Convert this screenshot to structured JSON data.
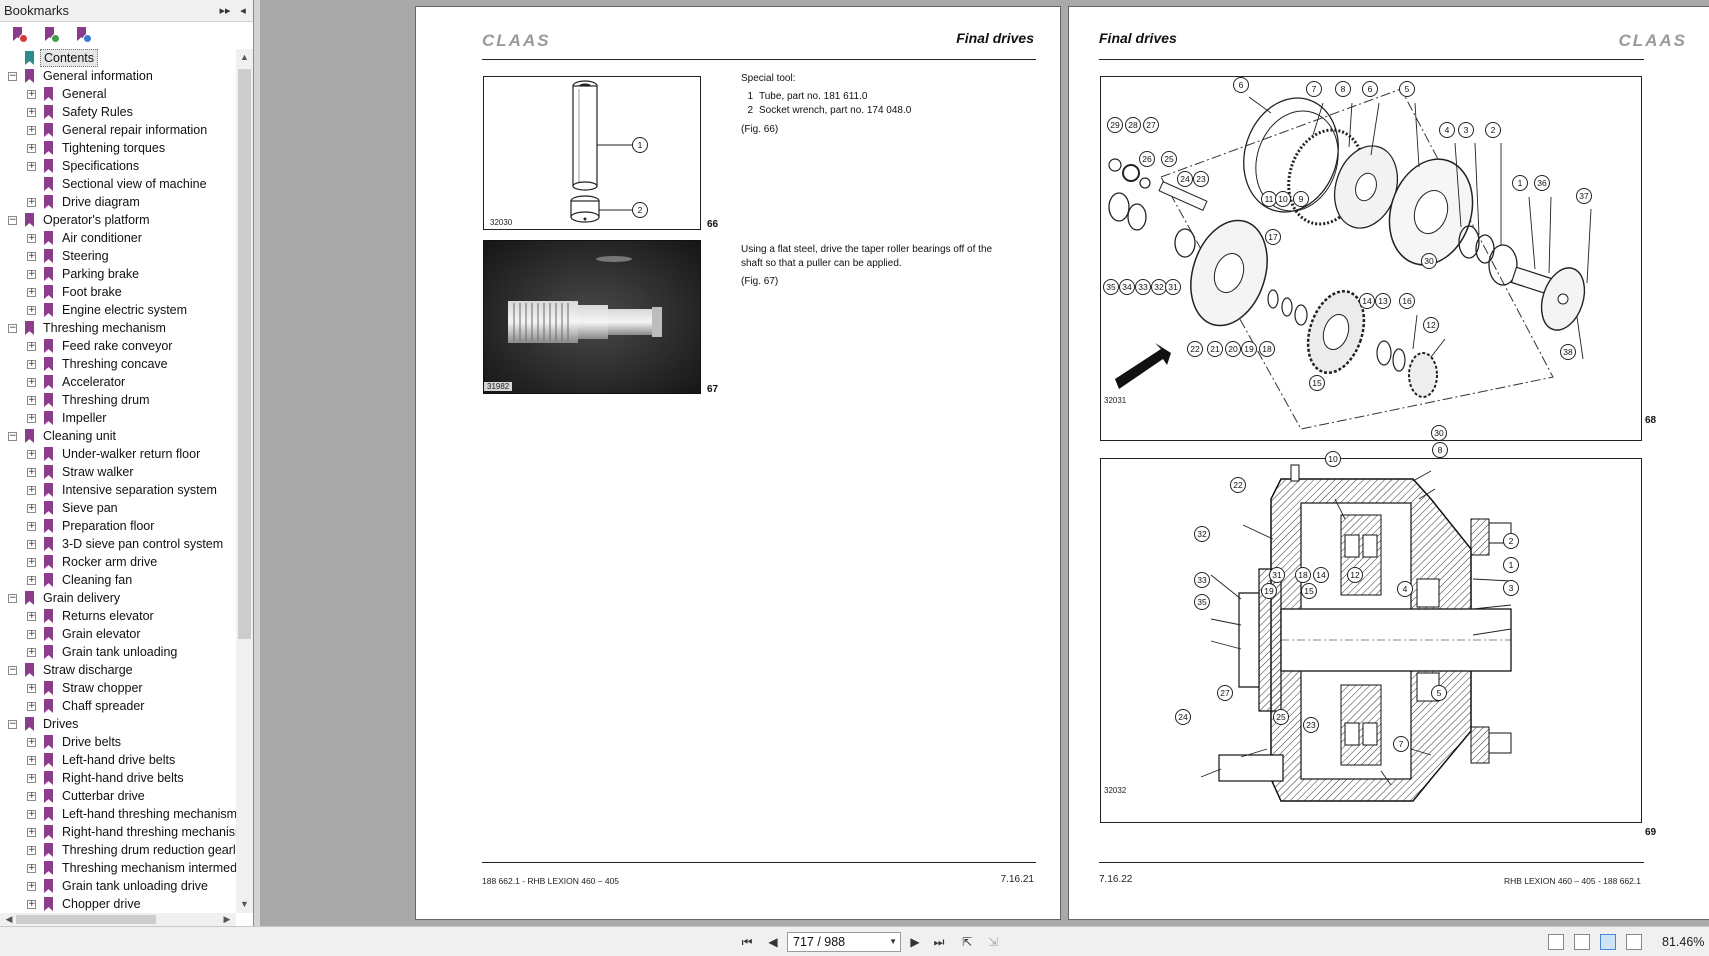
{
  "bookmarks": {
    "title": "Bookmarks",
    "items": [
      {
        "label": "Contents",
        "level": 0,
        "exp": "",
        "selected": true,
        "color": "teal"
      },
      {
        "label": "General information",
        "level": 0,
        "exp": "−"
      },
      {
        "label": "General",
        "level": 1,
        "exp": "+"
      },
      {
        "label": "Safety Rules",
        "level": 1,
        "exp": "+"
      },
      {
        "label": "General repair information",
        "level": 1,
        "exp": "+"
      },
      {
        "label": "Tightening torques",
        "level": 1,
        "exp": "+"
      },
      {
        "label": "Specifications",
        "level": 1,
        "exp": "+"
      },
      {
        "label": "Sectional view of machine",
        "level": 1,
        "exp": ""
      },
      {
        "label": "Drive diagram",
        "level": 1,
        "exp": "+"
      },
      {
        "label": "Operator's platform",
        "level": 0,
        "exp": "−"
      },
      {
        "label": "Air conditioner",
        "level": 1,
        "exp": "+"
      },
      {
        "label": "Steering",
        "level": 1,
        "exp": "+"
      },
      {
        "label": "Parking brake",
        "level": 1,
        "exp": "+"
      },
      {
        "label": "Foot brake",
        "level": 1,
        "exp": "+"
      },
      {
        "label": "Engine electric system",
        "level": 1,
        "exp": "+"
      },
      {
        "label": "Threshing mechanism",
        "level": 0,
        "exp": "−"
      },
      {
        "label": "Feed rake conveyor",
        "level": 1,
        "exp": "+"
      },
      {
        "label": "Threshing concave",
        "level": 1,
        "exp": "+"
      },
      {
        "label": "Accelerator",
        "level": 1,
        "exp": "+"
      },
      {
        "label": "Threshing drum",
        "level": 1,
        "exp": "+"
      },
      {
        "label": "Impeller",
        "level": 1,
        "exp": "+"
      },
      {
        "label": "Cleaning unit",
        "level": 0,
        "exp": "−"
      },
      {
        "label": "Under-walker return floor",
        "level": 1,
        "exp": "+"
      },
      {
        "label": "Straw walker",
        "level": 1,
        "exp": "+"
      },
      {
        "label": "Intensive separation system",
        "level": 1,
        "exp": "+"
      },
      {
        "label": "Sieve pan",
        "level": 1,
        "exp": "+"
      },
      {
        "label": "Preparation floor",
        "level": 1,
        "exp": "+"
      },
      {
        "label": "3-D sieve pan control system",
        "level": 1,
        "exp": "+"
      },
      {
        "label": "Rocker arm drive",
        "level": 1,
        "exp": "+"
      },
      {
        "label": "Cleaning fan",
        "level": 1,
        "exp": "+"
      },
      {
        "label": "Grain delivery",
        "level": 0,
        "exp": "−"
      },
      {
        "label": "Returns elevator",
        "level": 1,
        "exp": "+"
      },
      {
        "label": "Grain elevator",
        "level": 1,
        "exp": "+"
      },
      {
        "label": "Grain tank unloading",
        "level": 1,
        "exp": "+"
      },
      {
        "label": "Straw discharge",
        "level": 0,
        "exp": "−"
      },
      {
        "label": "Straw chopper",
        "level": 1,
        "exp": "+"
      },
      {
        "label": "Chaff spreader",
        "level": 1,
        "exp": "+"
      },
      {
        "label": "Drives",
        "level": 0,
        "exp": "−"
      },
      {
        "label": "Drive belts",
        "level": 1,
        "exp": "+"
      },
      {
        "label": "Left-hand drive belts",
        "level": 1,
        "exp": "+"
      },
      {
        "label": "Right-hand drive belts",
        "level": 1,
        "exp": "+"
      },
      {
        "label": "Cutterbar drive",
        "level": 1,
        "exp": "+"
      },
      {
        "label": "Left-hand threshing mechanism",
        "level": 1,
        "exp": "+"
      },
      {
        "label": "Right-hand threshing mechanisr",
        "level": 1,
        "exp": "+"
      },
      {
        "label": "Threshing drum reduction gearl",
        "level": 1,
        "exp": "+"
      },
      {
        "label": "Threshing mechanism intermed",
        "level": 1,
        "exp": "+"
      },
      {
        "label": "Grain tank unloading drive",
        "level": 1,
        "exp": "+"
      },
      {
        "label": "Chopper drive",
        "level": 1,
        "exp": "+"
      }
    ]
  },
  "left_page": {
    "logo": "CLAAS",
    "header": "Final drives",
    "special_tool_heading": "Special tool:",
    "tools": [
      {
        "n": "1",
        "text": "Tube, part no. 181 611.0"
      },
      {
        "n": "2",
        "text": "Socket wrench, part no. 174 048.0"
      }
    ],
    "fig66_ref": "(Fig. 66)",
    "instruction": "Using a flat steel, drive the taper roller bearings off of the shaft so that a puller can be applied.",
    "fig67_ref": "(Fig. 67)",
    "fig66": {
      "id": "32030",
      "number": "66",
      "callouts": [
        "1",
        "2"
      ]
    },
    "fig67": {
      "id": "31982",
      "number": "67"
    },
    "footer_left": "188 662.1 - RHB LEXION 460 – 405",
    "footer_right": "7.16.21"
  },
  "right_page": {
    "logo": "CLAAS",
    "header": "Final drives",
    "fig68": {
      "id": "32031",
      "number": "68"
    },
    "fig69": {
      "id": "32032",
      "number": "69"
    },
    "footer_left": "7.16.22",
    "footer_right": "RHB LEXION 460 – 405 - 188 662.1"
  },
  "toolbar": {
    "page_display": "717 / 988",
    "zoom": "81.46%"
  },
  "colors": {
    "bookmark_purple": "#8b3d8b",
    "bookmark_teal": "#2e8b8b",
    "background": "#a9a9a9"
  }
}
